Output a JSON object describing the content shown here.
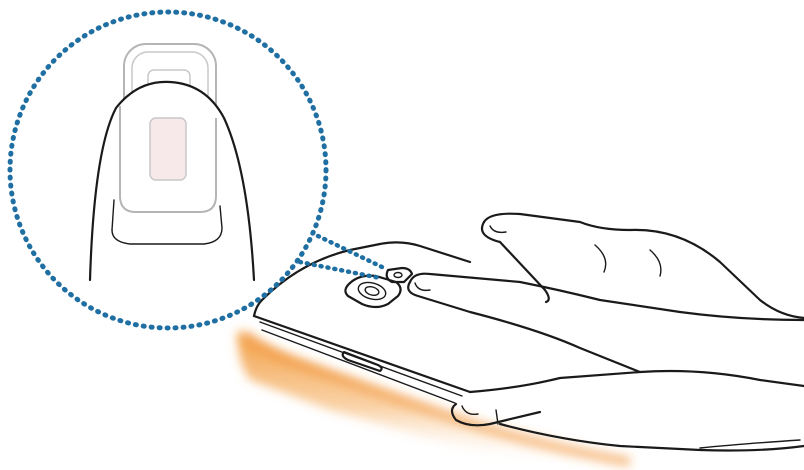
{
  "illustration": {
    "subject": "fingerprint-sensor-scan",
    "colors": {
      "callout_dots": "#1f6fa3",
      "phone_edge_glow": "#f29a3c",
      "sensor_tint": "#f7e9ea",
      "outline": "#1a1a1a",
      "sensor_frame": "#b5b5b5"
    },
    "icons": [
      "magnifier-callout",
      "fingertip",
      "fingerprint-sensor",
      "hand",
      "phone-back"
    ]
  }
}
